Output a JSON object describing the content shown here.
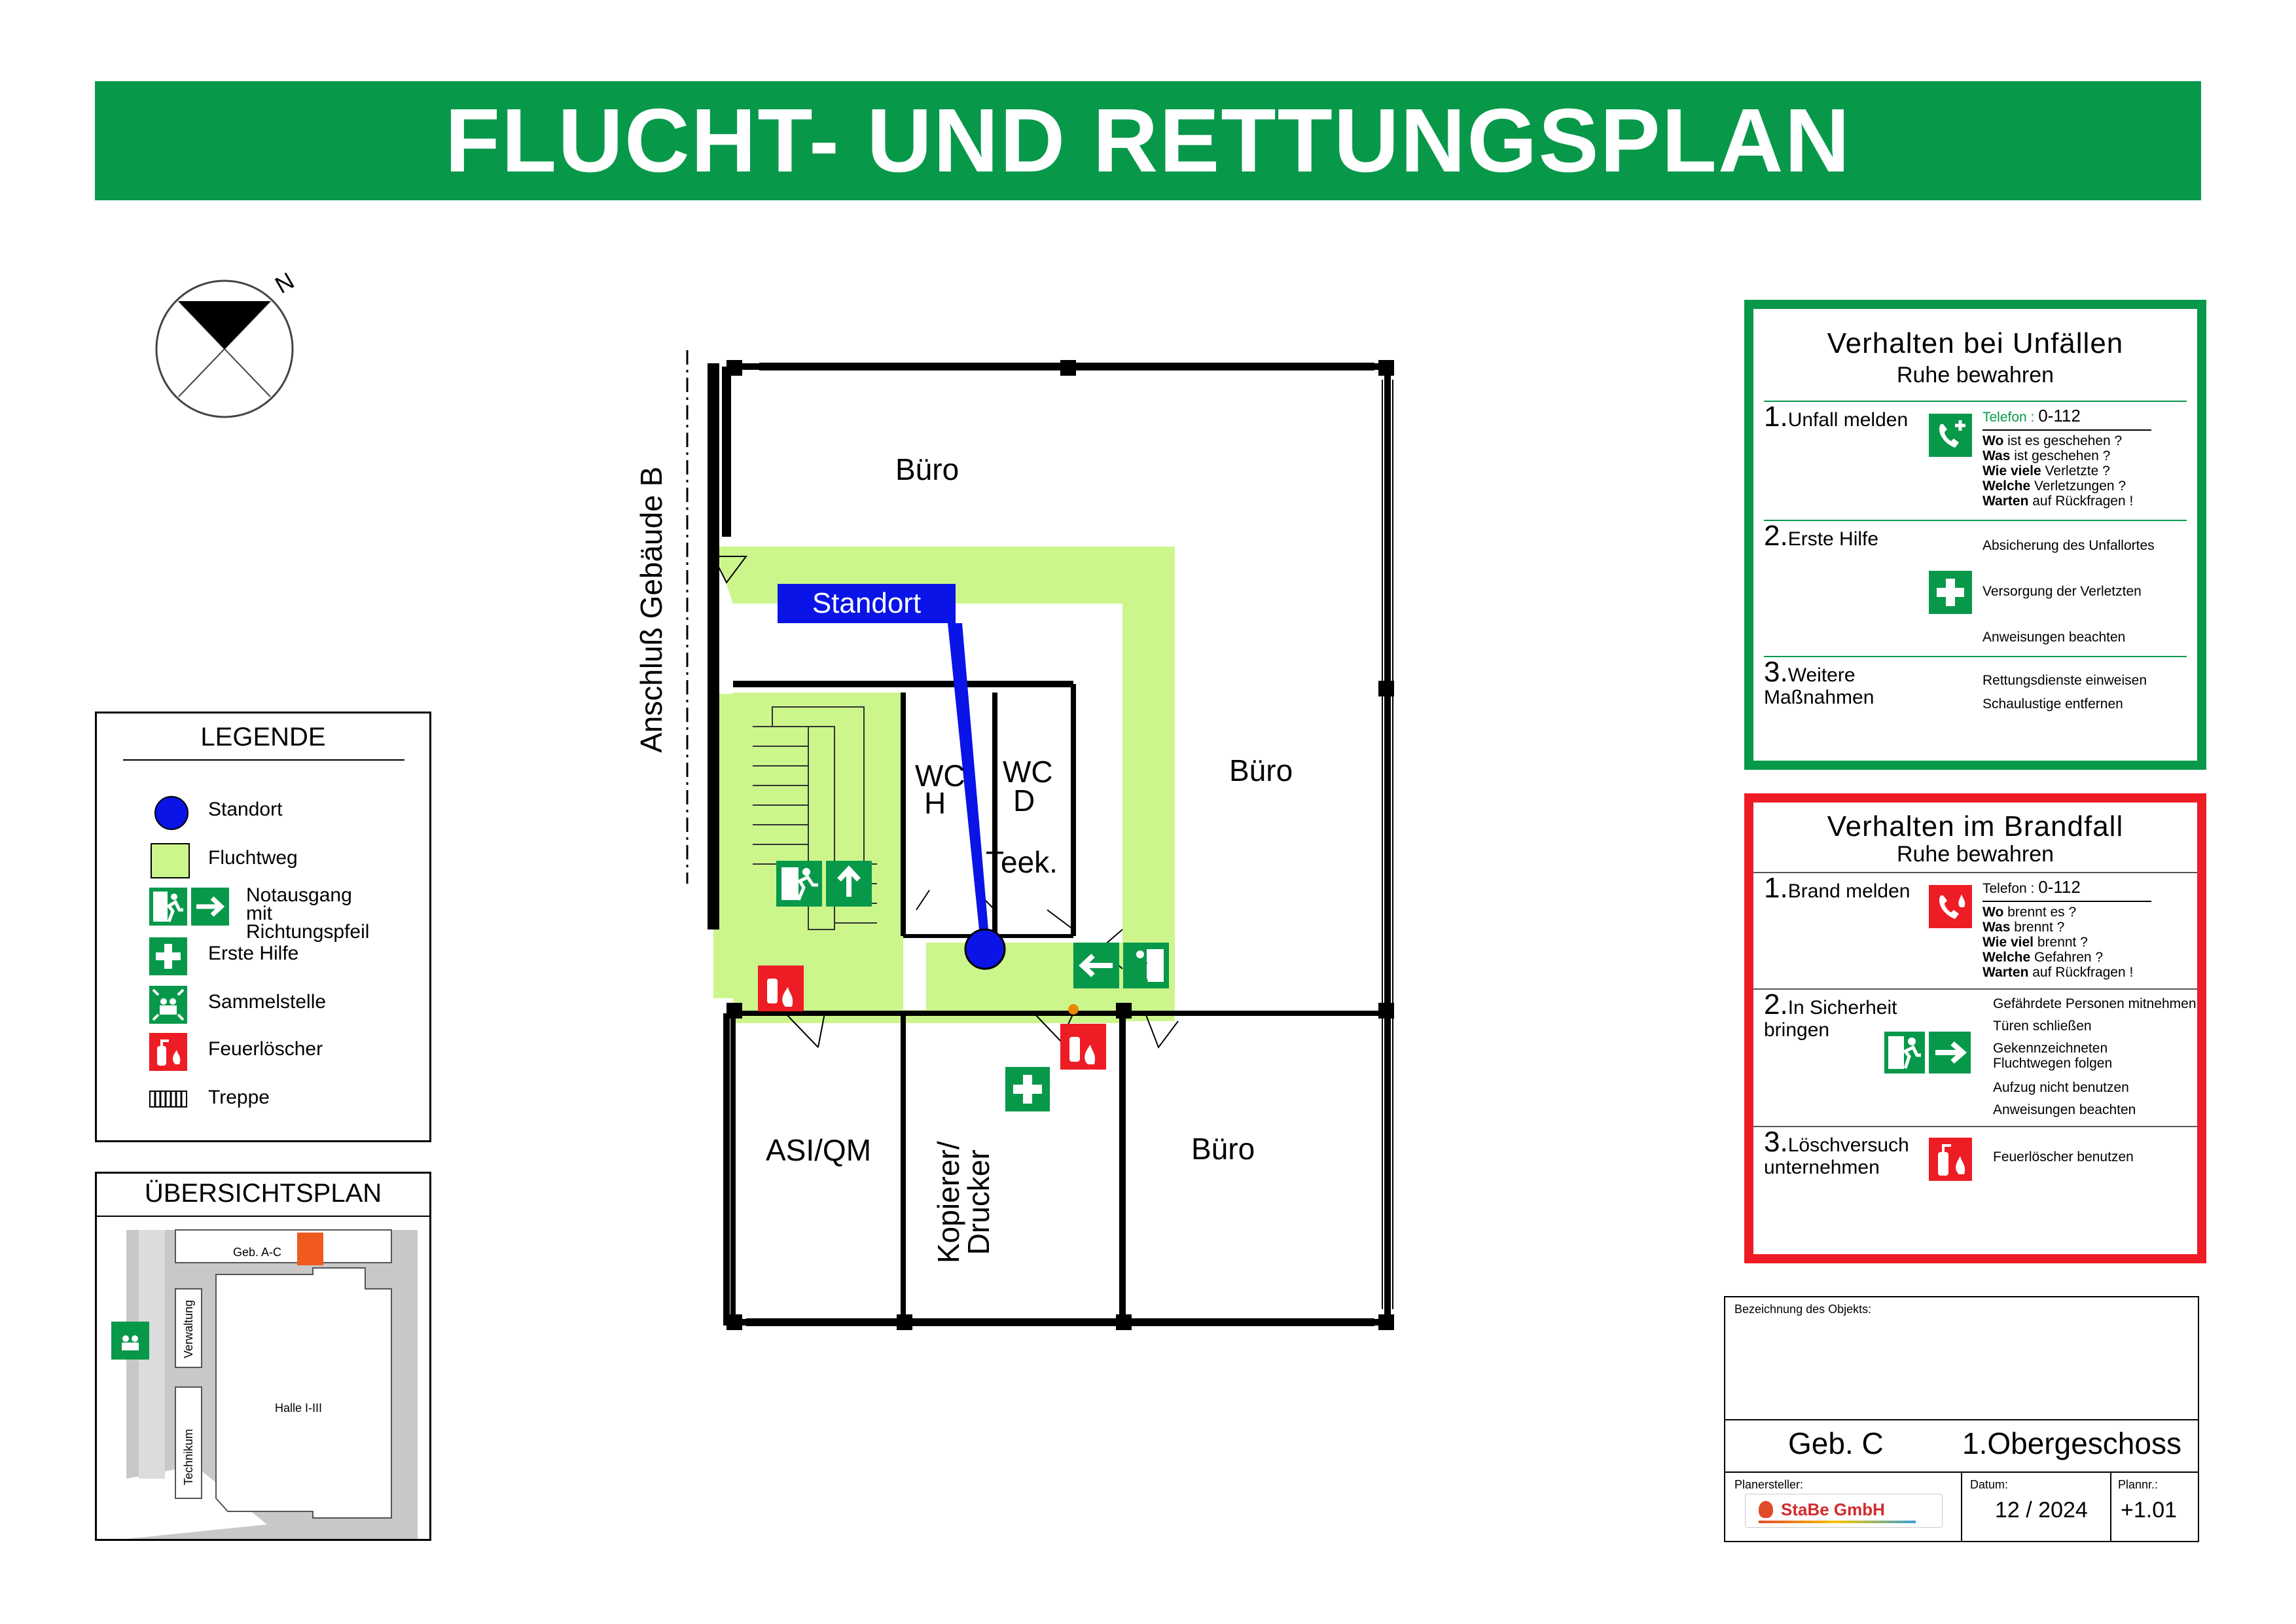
{
  "title": "FLUCHT- UND RETTUNGSPLAN",
  "compass": {
    "north_label": "N"
  },
  "legend": {
    "title": "LEGENDE",
    "items": [
      {
        "label": "Standort",
        "icon": "standort-dot-icon"
      },
      {
        "label": "Fluchtweg",
        "icon": "fluchtweg-swatch-icon"
      },
      {
        "label": "Notausgang mit Richtungspfeil",
        "icon": "emergency-exit-arrow-icon"
      },
      {
        "label": "Erste Hilfe",
        "icon": "first-aid-icon"
      },
      {
        "label": "Sammelstelle",
        "icon": "assembly-point-icon"
      },
      {
        "label": "Feuerlöscher",
        "icon": "fire-extinguisher-icon"
      },
      {
        "label": "Treppe",
        "icon": "stairs-icon"
      }
    ]
  },
  "overview": {
    "title": "ÜBERSICHTSPLAN",
    "labels": {
      "geb": "Geb. A-C",
      "verwaltung": "Verwaltung",
      "technikum": "Technikum",
      "halle": "Halle I-III"
    }
  },
  "plan": {
    "side_label": "Anschluß Gebäude B",
    "standort_label": "Standort",
    "rooms": {
      "buero_top": "Büro",
      "buero_right": "Büro",
      "buero_bottom": "Büro",
      "wc_h_1": "WC",
      "wc_h_2": "H",
      "wc_d_1": "WC",
      "wc_d_2": "D",
      "teek": "Teek.",
      "asi": "ASI/QM",
      "kopierer": "Kopierer/\nDrucker"
    }
  },
  "accident": {
    "title": "Verhalten bei Unfällen",
    "subtitle": "Ruhe bewahren",
    "steps": [
      {
        "num": "1.",
        "label": "Unfall melden"
      },
      {
        "num": "2.",
        "label": "Erste Hilfe"
      },
      {
        "num": "3.",
        "label": "Weitere\nMaßnahmen"
      }
    ],
    "telefon_label": "Telefon :",
    "telefon": "0-112",
    "questions": [
      [
        "Wo",
        " ist es geschehen ?"
      ],
      [
        "Was",
        "  ist geschehen ?"
      ],
      [
        "Wie viele",
        " Verletzte ?"
      ],
      [
        "Welche",
        " Verletzungen ?"
      ],
      [
        "Warten",
        " auf Rückfragen !"
      ]
    ],
    "first_aid": [
      "Absicherung des Unfallortes",
      "Versorgung der Verletzten",
      "Anweisungen beachten"
    ],
    "further": [
      "Rettungsdienste einweisen",
      "Schaulustige entfernen"
    ]
  },
  "fire": {
    "title": "Verhalten im Brandfall",
    "subtitle": "Ruhe bewahren",
    "steps": [
      {
        "num": "1.",
        "label": "Brand melden"
      },
      {
        "num": "2.",
        "label": "In Sicherheit\nbringen"
      },
      {
        "num": "3.",
        "label": "Löschversuch\nunternehmen"
      }
    ],
    "telefon_label": "Telefon :",
    "telefon": "0-112",
    "questions": [
      [
        "Wo",
        " brennt es ?"
      ],
      [
        "Was",
        " brennt ?"
      ],
      [
        "Wie viel",
        " brennt ?"
      ],
      [
        "Welche",
        " Gefahren ?"
      ],
      [
        "Warten",
        " auf Rückfragen !"
      ]
    ],
    "safety": [
      "Gefährdete Personen mitnehmen",
      "Türen schließen",
      "Gekennzeichneten\nFluchtwegen folgen",
      "Aufzug nicht benutzen",
      "Anweisungen beachten"
    ],
    "extinguish": [
      "Feuerlöscher benutzen"
    ]
  },
  "titleblock": {
    "object_label": "Bezeichnung des Objekts:",
    "building": "Geb. C",
    "floor": "1.Obergeschoss",
    "planer_label": "Planersteller:",
    "company": "StaBe GmbH",
    "date_label": "Datum:",
    "date": "12 / 2024",
    "plannr_label": "Plannr.:",
    "plannr": "+1.01"
  },
  "colors": {
    "safety_green": "#08984a",
    "fluchtweg": "#ccf58c",
    "standort_blue": "#0a14e6",
    "fire_red": "#ee1c24"
  }
}
